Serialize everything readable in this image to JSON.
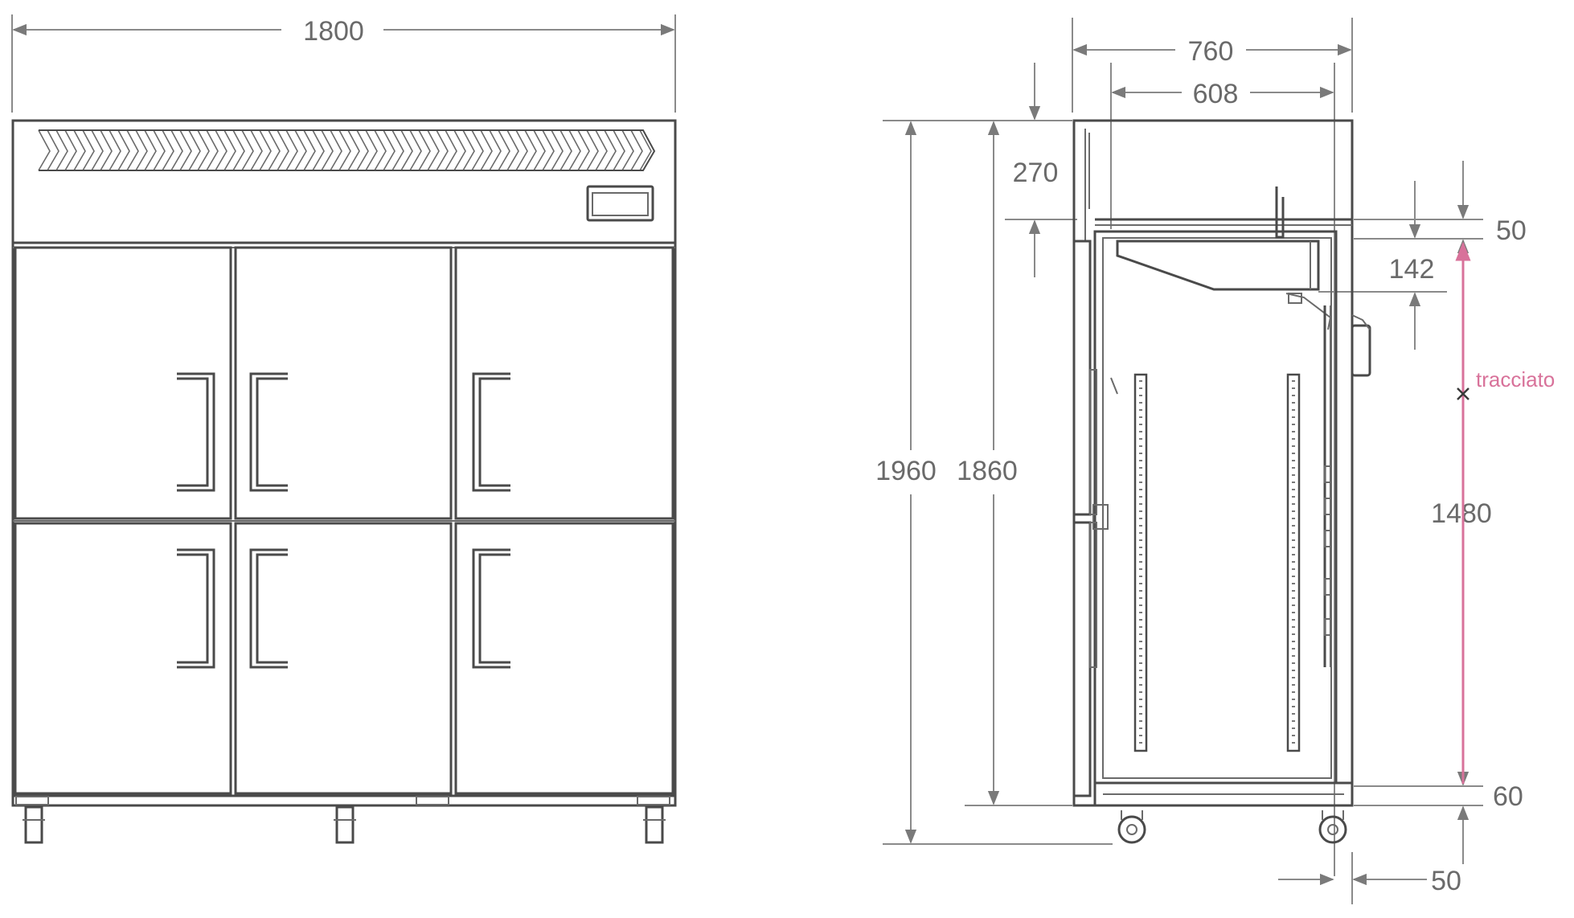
{
  "colors": {
    "line": "#4a4a4a",
    "dimension": "#8a8a8a",
    "accent": "#d8729a"
  },
  "front_view": {
    "dimensions": {
      "width": "1800"
    }
  },
  "side_view": {
    "dimensions": {
      "depth_total": "760",
      "depth_inner": "608",
      "top_section": "270",
      "height_total": "1960",
      "height_body": "1860",
      "top_offset": "50",
      "lower_offset": "142",
      "track_height": "1480",
      "bottom_offset": "60",
      "rear_offset": "50"
    },
    "annotation": "tracciato"
  }
}
